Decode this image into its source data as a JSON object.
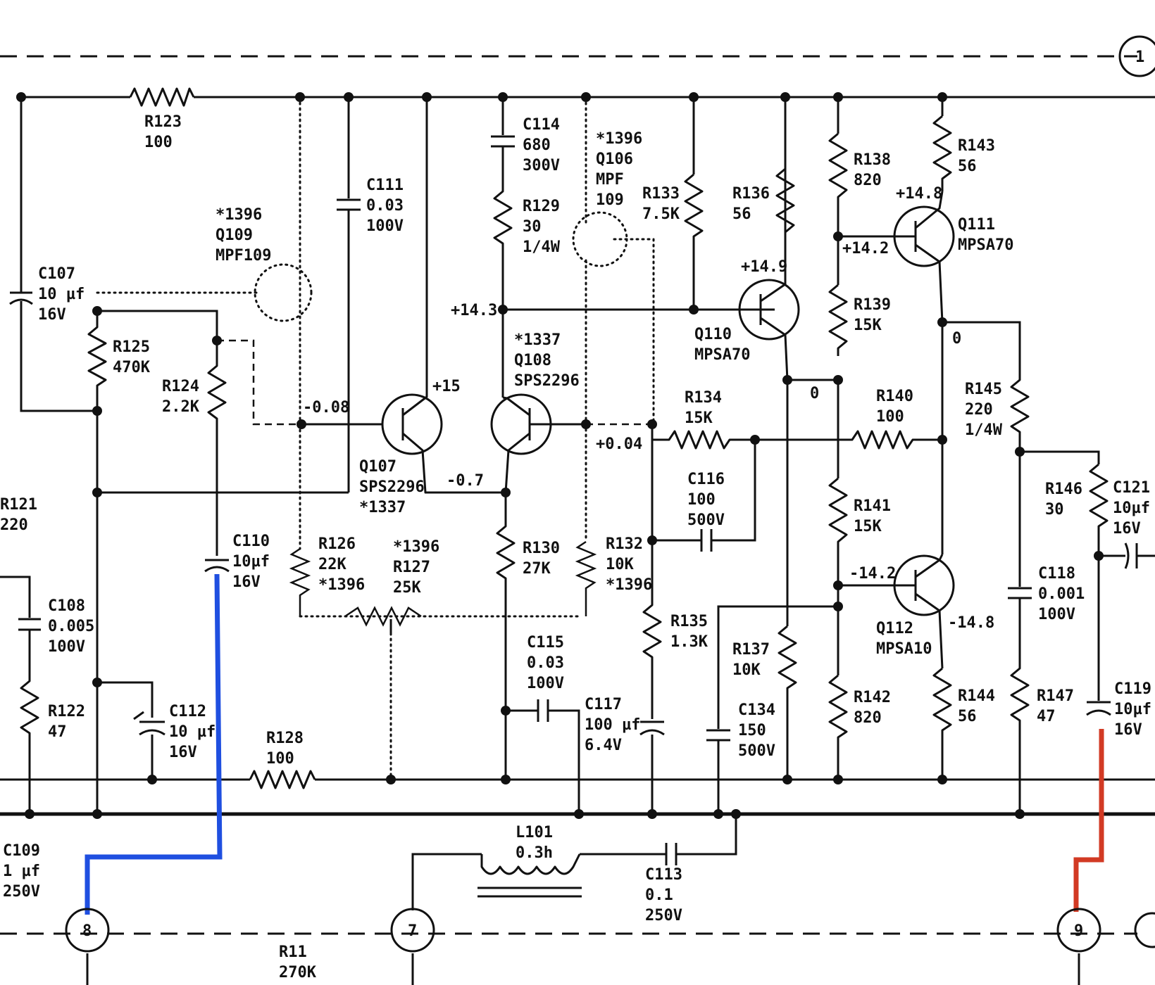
{
  "colors": {
    "ink": "#111111",
    "trace_blue": "#1f4fe0",
    "trace_red": "#d23a24",
    "paper": "#ffffff"
  },
  "components": {
    "R123": [
      "R123",
      "100"
    ],
    "C107": [
      "C107",
      "10 µf",
      "16V"
    ],
    "Q109": [
      "*1396",
      "Q109",
      "MPF109"
    ],
    "C111": [
      "C111",
      "0.03",
      "100V"
    ],
    "C114": [
      "C114",
      "680",
      "300V"
    ],
    "Q106": [
      "*1396",
      "Q106",
      "MPF",
      "109"
    ],
    "R129": [
      "R129",
      "30",
      "1/4W"
    ],
    "R133": [
      "R133",
      "7.5K"
    ],
    "R136": [
      "R136",
      "56"
    ],
    "R138": [
      "R138",
      "820"
    ],
    "R143": [
      "R143",
      "56"
    ],
    "Q111": [
      "Q111",
      "MPSA70"
    ],
    "R139": [
      "R139",
      "15K"
    ],
    "Q110": [
      "Q110",
      "MPSA70"
    ],
    "R125": [
      "R125",
      "470K"
    ],
    "R124": [
      "R124",
      "2.2K"
    ],
    "Q107": [
      "Q107",
      "SPS2296",
      "*1337"
    ],
    "Q108": [
      "*1337",
      "Q108",
      "SPS2296"
    ],
    "R134": [
      "R134",
      "15K"
    ],
    "R140": [
      "R140",
      "100"
    ],
    "R145": [
      "R145",
      "220",
      "1/4W"
    ],
    "R121": [
      "R121",
      "220"
    ],
    "C116": [
      "C116",
      "100",
      "500V"
    ],
    "R146": [
      "R146",
      "30"
    ],
    "C121": [
      "C121",
      "10µf",
      "16V"
    ],
    "R141": [
      "R141",
      "15K"
    ],
    "C110": [
      "C110",
      "10µf",
      "16V"
    ],
    "R126": [
      "R126",
      "22K",
      "*1396"
    ],
    "R127": [
      "*1396",
      "R127",
      "25K"
    ],
    "R130": [
      "R130",
      "27K"
    ],
    "R132": [
      "R132",
      "10K",
      "*1396"
    ],
    "C118": [
      "C118",
      "0.001",
      "100V"
    ],
    "C108": [
      "C108",
      "0.005",
      "100V"
    ],
    "Q112": [
      "Q112",
      "MPSA10"
    ],
    "R135": [
      "R135",
      "1.3K"
    ],
    "C115": [
      "C115",
      "0.03",
      "100V"
    ],
    "R137": [
      "R137",
      "10K"
    ],
    "R122": [
      "R122",
      "47"
    ],
    "C112": [
      "C112",
      "10 µf",
      "16V"
    ],
    "C117": [
      "C117",
      "100 µf",
      "6.4V"
    ],
    "C134": [
      "C134",
      "150",
      "500V"
    ],
    "R142": [
      "R142",
      "820"
    ],
    "R144": [
      "R144",
      "56"
    ],
    "R147": [
      "R147",
      "47"
    ],
    "C119": [
      "C119",
      "10µf",
      "16V"
    ],
    "R128": [
      "R128",
      "100"
    ],
    "L101": [
      "L101",
      "0.3h"
    ],
    "C109": [
      "C109",
      "1 µf",
      "250V"
    ],
    "C113": [
      "C113",
      "0.1",
      "250V"
    ],
    "R11": [
      "R11",
      "270K"
    ]
  },
  "voltages": {
    "v_p14_3": "+14.3",
    "v_p14_9": "+14.9",
    "v_p14_8": "+14.8",
    "v_p14_2": "+14.2",
    "v_p15": "+15",
    "v_m0_08": "-0.08",
    "v_m0_7": "-0.7",
    "v_p0_04": "+0.04",
    "v_zero_a": "0",
    "v_zero_b": "0",
    "v_m14_2": "-14.2",
    "v_m14_8": "-14.8"
  },
  "connectors": {
    "c1": "1",
    "c7": "7",
    "c8": "8",
    "c9": "9"
  }
}
